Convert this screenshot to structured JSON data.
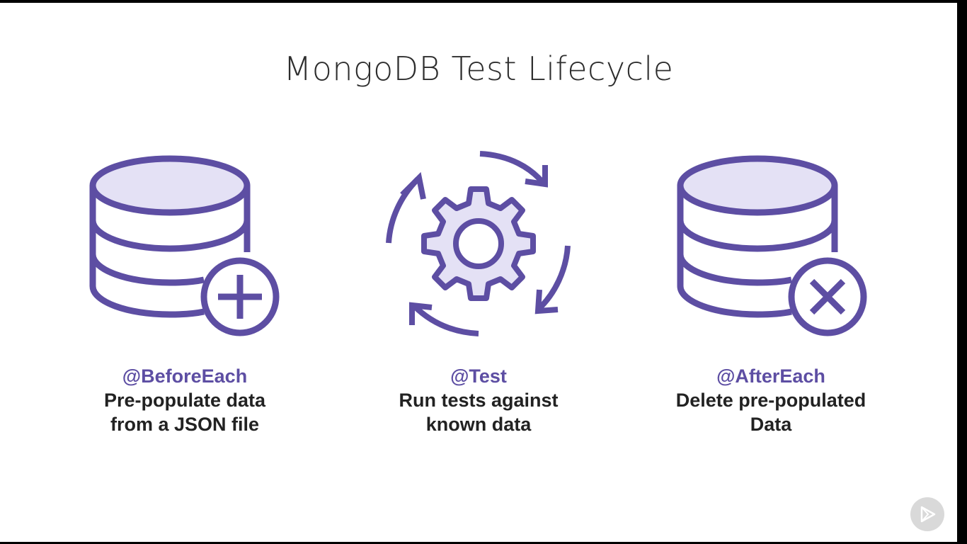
{
  "slide": {
    "title": "MongoDB Test Lifecycle",
    "accent_color": "#5d4ea3",
    "icon_fill_color": "#e4e1f5"
  },
  "steps": [
    {
      "annotation": "@BeforeEach",
      "line1": "Pre-populate data",
      "line2": "from a JSON file",
      "icon": "database-add-icon"
    },
    {
      "annotation": "@Test",
      "line1": "Run tests against",
      "line2": "known data",
      "icon": "gear-cycle-icon"
    },
    {
      "annotation": "@AfterEach",
      "line1": "Delete pre-populated",
      "line2": "Data",
      "icon": "database-remove-icon"
    }
  ],
  "player": {
    "icon": "play-icon"
  }
}
